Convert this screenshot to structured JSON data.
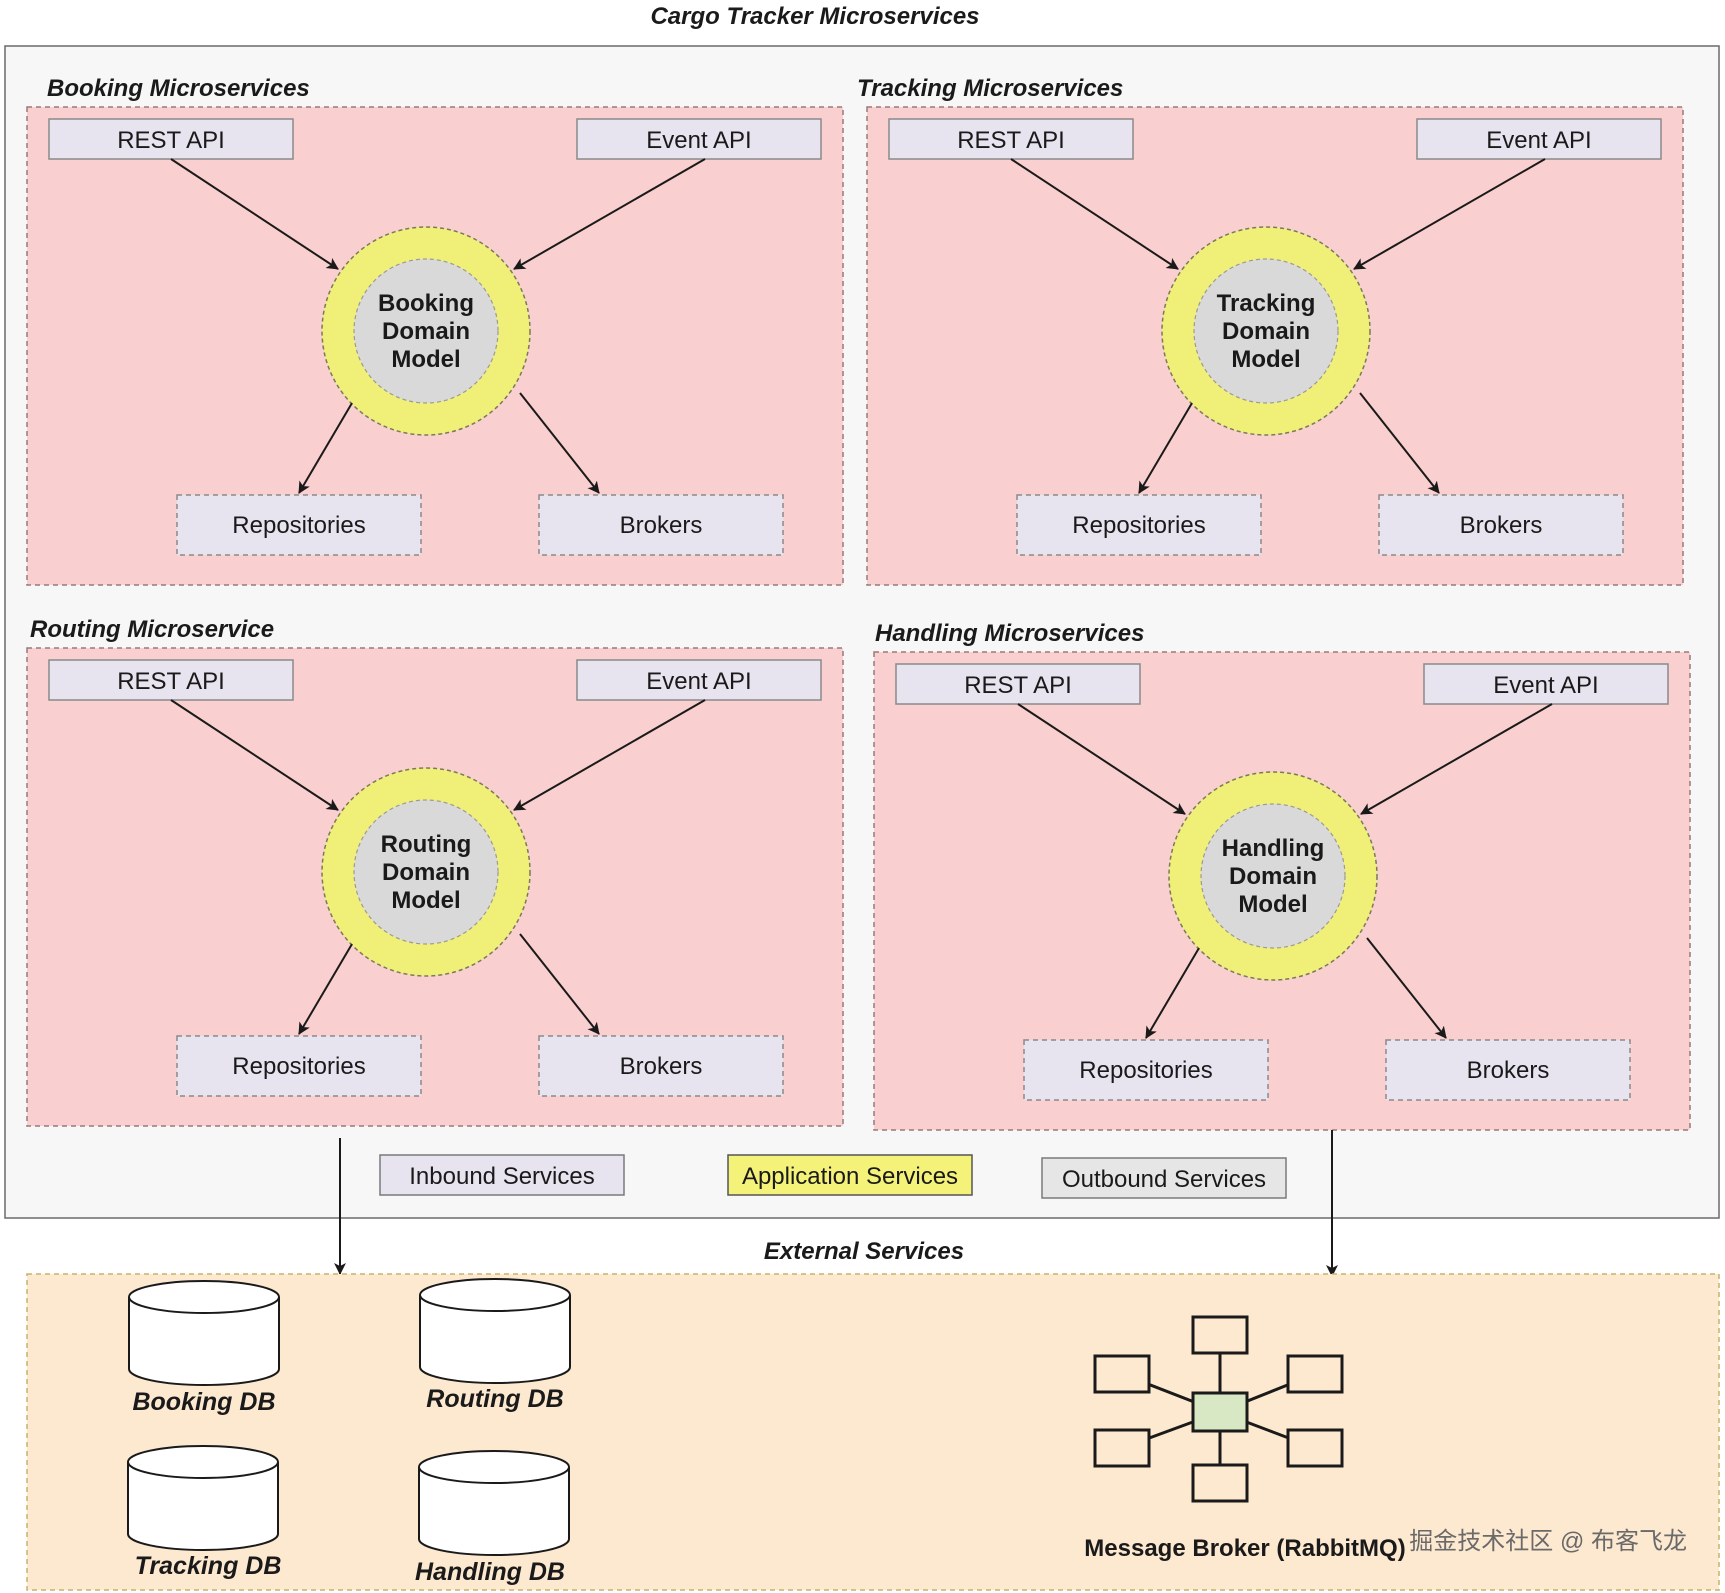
{
  "title": "Cargo Tracker Microservices",
  "colors": {
    "panel_fill": "#f9cfcf",
    "inbound_fill": "#e7e4f0",
    "outbound_fill": "#e7e4f0",
    "ring_fill": "#f0ef78",
    "core_fill": "#d9d9d9",
    "application_fill": "#f5f27a",
    "legend_outbound_fill": "#e6e6e6",
    "external_fill": "#fde8d0",
    "broker_hub_fill": "#d9e8c4"
  },
  "services": [
    {
      "title": "Booking  Microservices",
      "rest": "REST API",
      "event": "Event API",
      "core": [
        "Booking",
        "Domain",
        "Model"
      ],
      "repo": "Repositories",
      "brokers": "Brokers"
    },
    {
      "title": "Tracking Microservices",
      "rest": "REST API",
      "event": "Event API",
      "core": [
        "Tracking",
        "Domain",
        "Model"
      ],
      "repo": "Repositories",
      "brokers": "Brokers"
    },
    {
      "title": "Routing Microservice",
      "rest": "REST API",
      "event": "Event API",
      "core": [
        "Routing",
        "Domain",
        "Model"
      ],
      "repo": "Repositories",
      "brokers": "Brokers"
    },
    {
      "title": "Handling Microservices",
      "rest": "REST API",
      "event": "Event API",
      "core": [
        "Handling",
        "Domain",
        "Model"
      ],
      "repo": "Repositories",
      "brokers": "Brokers"
    }
  ],
  "legend": {
    "inbound": "Inbound Services",
    "application": "Application Services",
    "outbound": "Outbound Services"
  },
  "external": {
    "title": "External Services",
    "databases": [
      "Booking DB",
      "Routing DB",
      "Tracking DB",
      "Handling DB"
    ],
    "broker": "Message Broker (RabbitMQ)"
  },
  "watermark": "掘金技术社区 @ 布客飞龙"
}
